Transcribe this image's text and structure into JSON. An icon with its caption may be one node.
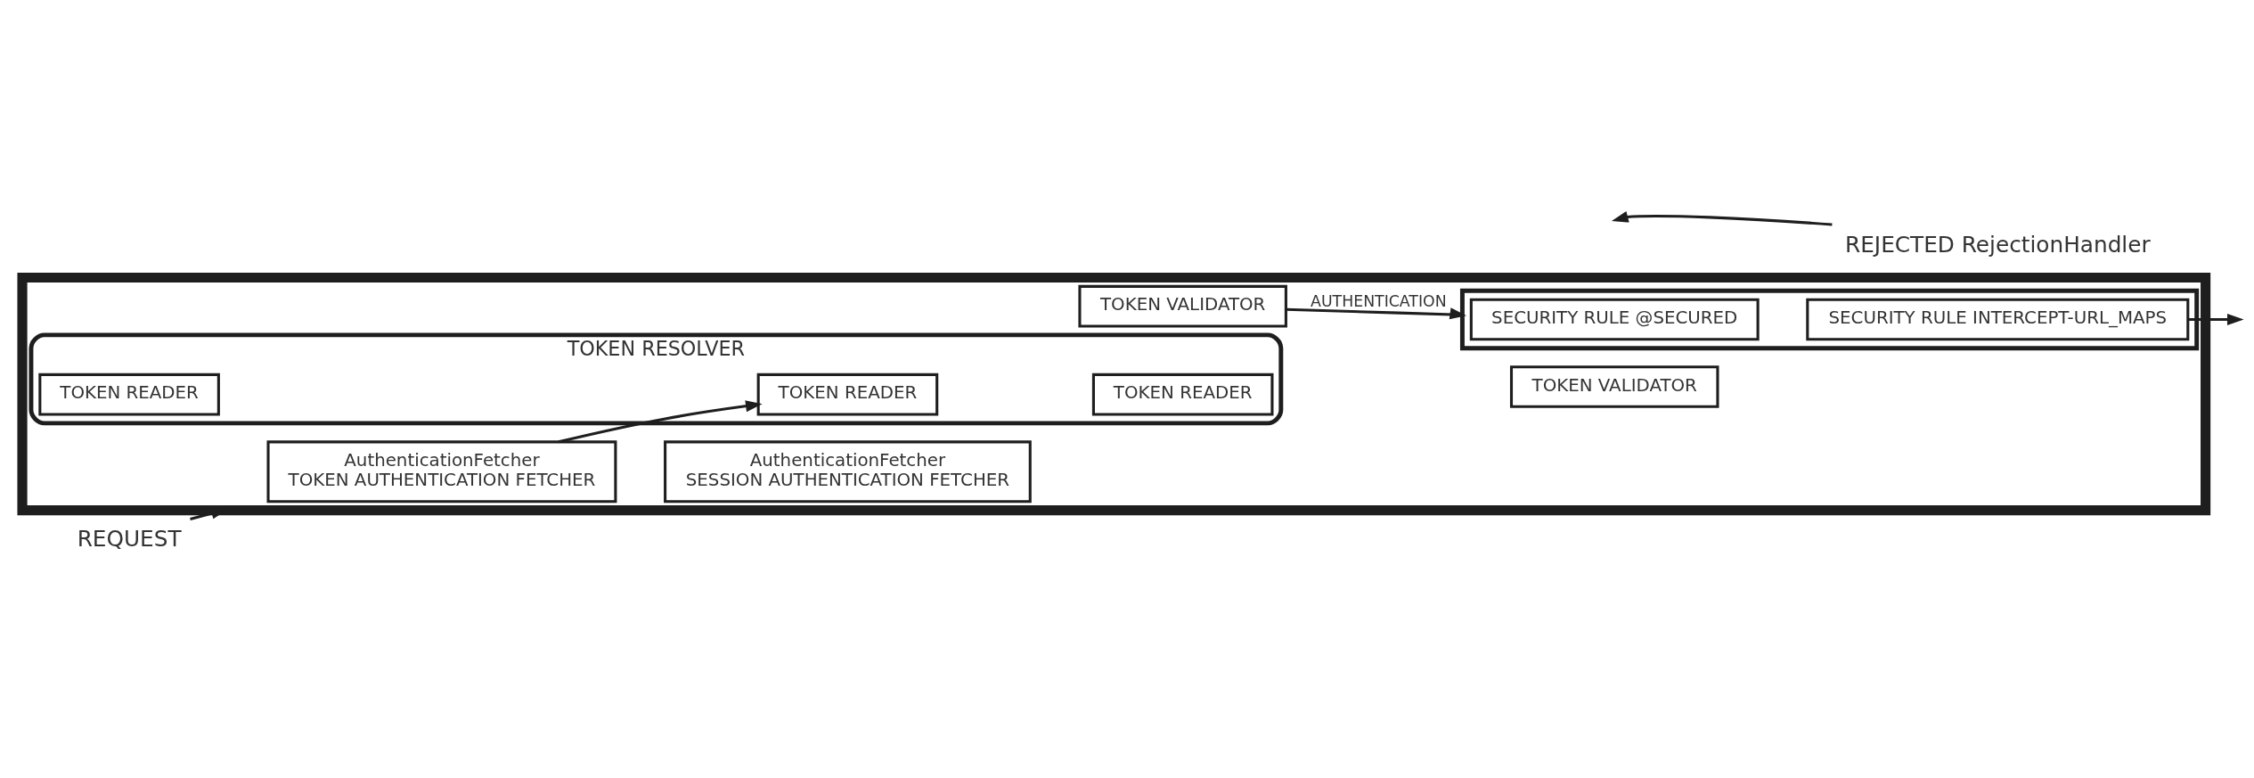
{
  "diagram": {
    "nodes": [
      {
        "text": [],
        "shape": "box"
      },
      {
        "text": [
          "REQUEST"
        ]
      },
      {
        "text": [
          "AuthenticationFetcher",
          "TOKEN AUTHENTICATION FETCHER"
        ],
        "in": 0
      },
      {
        "text": [
          "AuthenticationFetcher",
          "SESSION AUTHENTICATION FETCHER"
        ],
        "in": 0
      },
      {
        "text": [
          "TOKEN RESOLVER"
        ],
        "in": 0
      },
      {
        "text": [
          "TOKEN READER"
        ],
        "in": 4
      },
      {
        "text": [
          "TOKEN READER"
        ],
        "in": 4
      },
      {
        "text": [
          "TOKEN READER"
        ],
        "in": 4
      },
      {
        "text": [
          "TOKEN VALIDATOR"
        ],
        "in": 0
      },
      {
        "text": [
          "TOKEN VALIDATOR"
        ],
        "in": 0
      },
      {
        "text": [],
        "shape": "box",
        "in": 0
      },
      {
        "text": [
          "SECURITY RULE @SECURED"
        ],
        "in": 10
      },
      {
        "text": [
          "SECURITY RULE INTERCEPT-URL_MAPS"
        ],
        "in": 10
      },
      {
        "text": [
          "REJECTED RejectionHandler"
        ]
      }
    ],
    "edges": [
      {
        "from": 1,
        "to": 0,
        "arrow": "to"
      },
      {
        "from": 2,
        "to": 5,
        "arrow": "to"
      },
      {
        "from": 8,
        "to": 10,
        "label": "AUTHENTICATION",
        "arrow": "to"
      },
      {
        "from": 12,
        "to": null,
        "arrow": "to"
      },
      {
        "from": 13,
        "to": null,
        "arrow": "to"
      }
    ]
  }
}
